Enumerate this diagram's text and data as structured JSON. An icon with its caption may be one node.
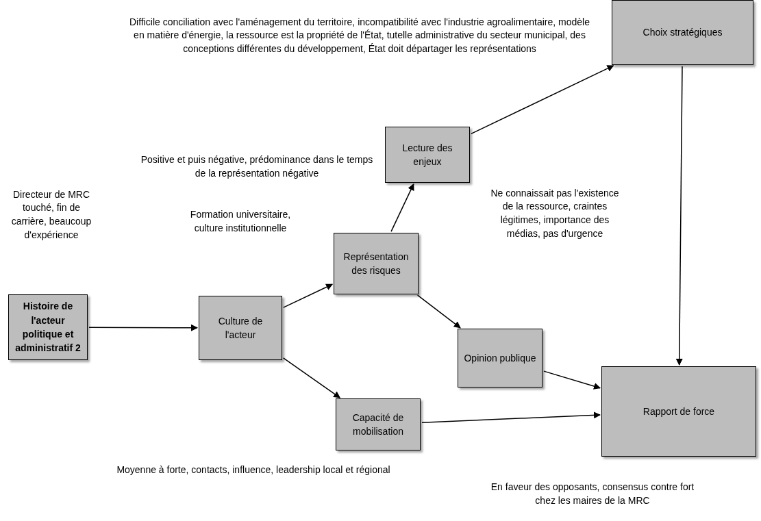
{
  "diagram": {
    "nodes": [
      {
        "text": [
          "Histoire de l'acteur politique et administratif 2"
        ]
      },
      {
        "text": [
          "Culture de l'acteur"
        ]
      },
      {
        "text": [
          "Représentation des risques"
        ]
      },
      {
        "text": [
          "Lecture des enjeux"
        ]
      },
      {
        "text": [
          "Choix stratégiques"
        ]
      },
      {
        "text": [
          "Opinion publique"
        ]
      },
      {
        "text": [
          "Capacité de mobilisation"
        ],
        "beside": [
          "Moyenne à forte, contacts, influence, leadership local et régional"
        ]
      },
      {
        "text": [
          "Rapport de force"
        ],
        "beside": [
          "En faveur des opposants, consensus contre fort chez les maires de la MRC"
        ]
      }
    ],
    "edges": [
      {
        "from": 0,
        "to": 1,
        "arrow": "to"
      },
      {
        "from": 1,
        "to": 2,
        "arrow": "to"
      },
      {
        "from": 1,
        "to": 6,
        "arrow": "to"
      },
      {
        "from": 2,
        "to": 3,
        "arrow": "to"
      },
      {
        "from": 2,
        "to": 5,
        "arrow": "to"
      },
      {
        "from": 3,
        "to": 4,
        "arrow": "to"
      },
      {
        "from": 4,
        "to": 7,
        "arrow": "to"
      },
      {
        "from": 5,
        "to": 7,
        "arrow": "to"
      },
      {
        "from": 6,
        "to": 7,
        "arrow": "to"
      }
    ],
    "labels": [
      "Difficile conciliation avec l'aménagement du territoire, incompatibilité avec l'industrie agroalimentaire, modèle en matière d'énergie, la ressource est la propriété de l'État, tutelle administrative du secteur municipal, des conceptions différentes du développement, État doit départager les représentations",
      "Positive et puis négative, prédominance dans le temps de la représentation négative",
      "Directeur de MRC touché, fin de carrière, beaucoup d'expérience",
      "Formation universitaire, culture institutionnelle",
      "Ne connaissait pas l'existence de la ressource, craintes légitimes, importance des médias, pas d'urgence"
    ]
  }
}
